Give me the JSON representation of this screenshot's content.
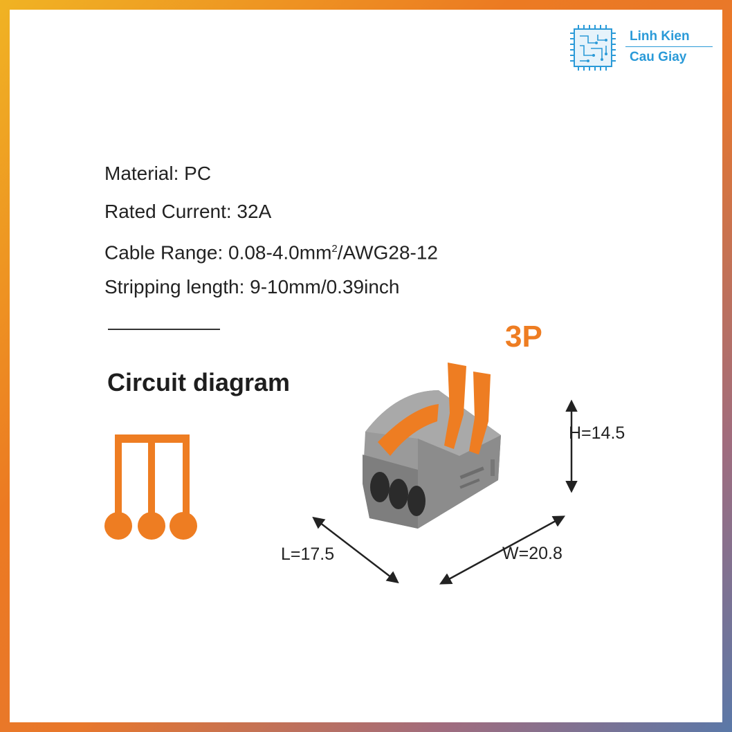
{
  "brand": {
    "line1": "Linh Kien",
    "line2": "Cau Giay",
    "color": "#2a9ad8",
    "icon": "circuit-chip-icon"
  },
  "specs": {
    "material": "Material: PC",
    "rated_current": "Rated Current: 32A",
    "cable_range_prefix": "Cable Range: 0.08-4.0mm",
    "cable_range_sup": "2",
    "cable_range_suffix": "/AWG28-12",
    "stripping_length": "Stripping length: 9-10mm/0.39inch"
  },
  "circuit": {
    "title": "Circuit diagram",
    "color": "#ee7d22"
  },
  "product": {
    "pole_label": "3P",
    "accent": "#ee7d22",
    "housing": "#8f8f8f",
    "height_label": "H=14.5",
    "length_label": "L=17.5",
    "width_label": "W=20.8"
  }
}
